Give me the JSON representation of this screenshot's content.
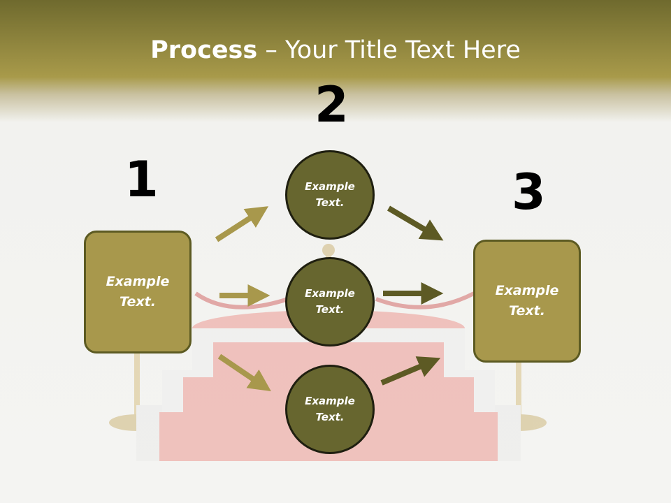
{
  "title": {
    "bold": "Process",
    "rest": " – Your Title Text Here"
  },
  "numbers": [
    "1",
    "2",
    "3"
  ],
  "boxes": {
    "left": "Example Text.",
    "right": "Example Text."
  },
  "circles": [
    "Example Text.",
    "Example Text.",
    "Example Text."
  ],
  "colors": {
    "header": "#a89a4a",
    "box": "#a8984c",
    "circle": "#67662f",
    "arrow_light": "#a8984c",
    "arrow_dark": "#5d5a24"
  }
}
